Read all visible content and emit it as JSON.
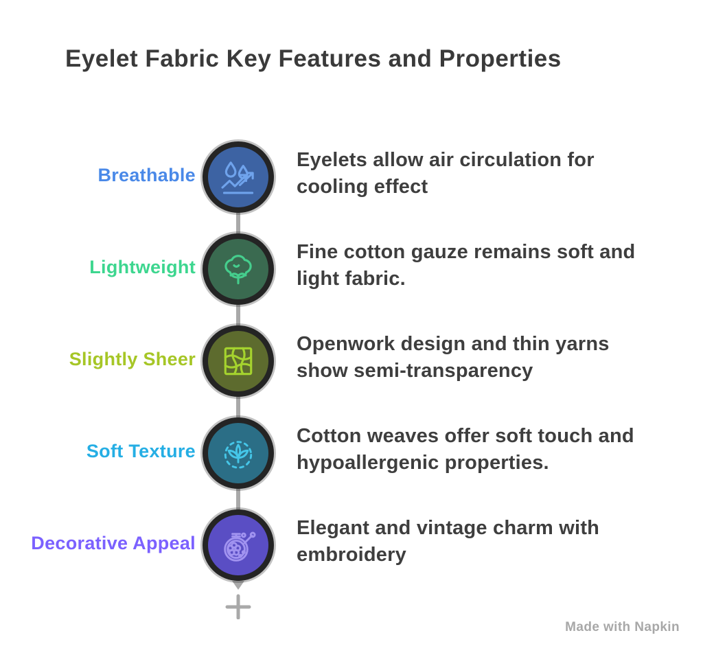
{
  "title": {
    "text": "Eyelet Fabric Key Features and Properties",
    "color": "#3A3A3A"
  },
  "timeline": {
    "line_color": "#A9A9A9",
    "ring_color": "#242424"
  },
  "items": [
    {
      "label": "Breathable",
      "label_color": "#4A89E8",
      "icon": "water-drops-wicking-icon",
      "circle_fill": "#3D63A3",
      "icon_stroke": "#6FA3EC",
      "description": "Eyelets allow air circulation for\ncooling effect"
    },
    {
      "label": "Lightweight",
      "label_color": "#3DD68F",
      "icon": "cotton-boll-icon",
      "circle_fill": "#3A6A50",
      "icon_stroke": "#45CE8D",
      "description": "Fine cotton gauze remains soft and\nlight fabric."
    },
    {
      "label": "Slightly Sheer",
      "label_color": "#A6C626",
      "icon": "fabric-weave-icon",
      "circle_fill": "#5D6B2E",
      "icon_stroke": "#A5D32E",
      "description": "Openwork design and thin yarns\nshow semi-transparency"
    },
    {
      "label": "Soft Texture",
      "label_color": "#25AEE4",
      "icon": "lotus-softness-icon",
      "circle_fill": "#2B6E86",
      "icon_stroke": "#45C6E8",
      "description": "Cotton weaves offer soft touch and\nhypoallergenic properties."
    },
    {
      "label": "Decorative Appeal",
      "label_color": "#7B61FF",
      "icon": "embroidery-hoop-icon",
      "circle_fill": "#5A4EC4",
      "icon_stroke": "#A193F0",
      "description": "Elegant and vintage charm with\nembroidery"
    }
  ],
  "watermark": {
    "text": "Made with Napkin",
    "color": "#A8A8A8"
  }
}
